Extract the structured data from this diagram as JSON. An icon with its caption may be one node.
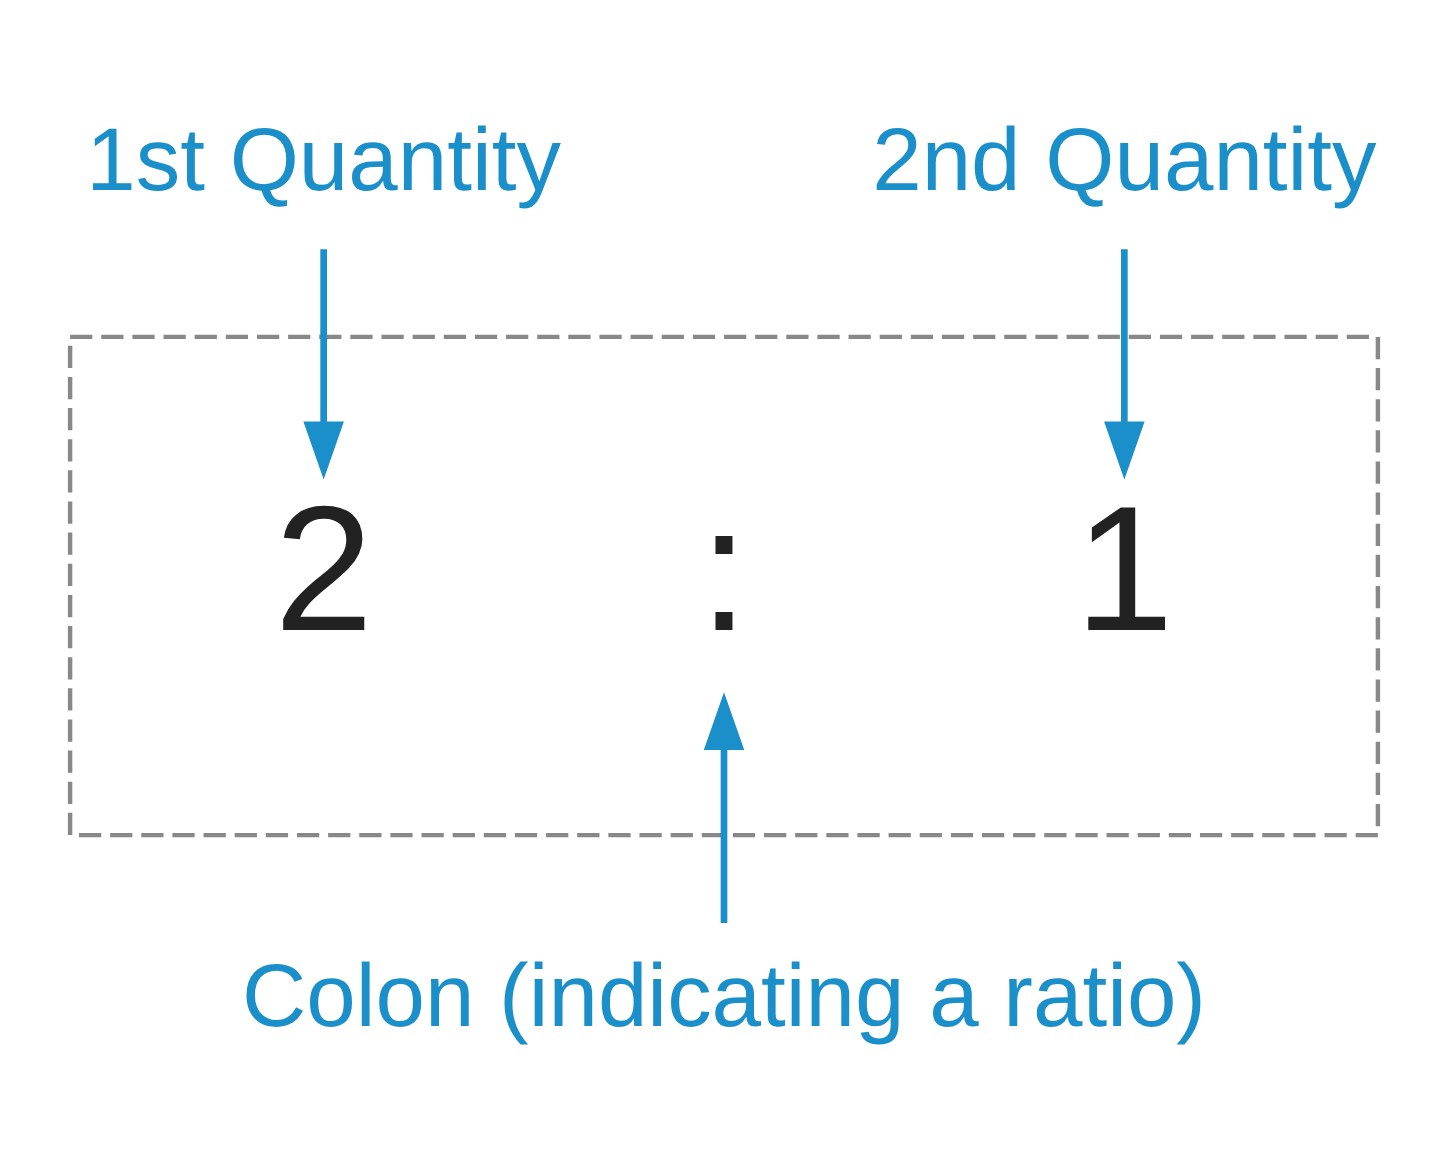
{
  "diagram": {
    "nodes": [
      {
        "text": [
          "1st Quantity"
        ]
      },
      {
        "text": [
          "2nd Quantity"
        ]
      },
      {
        "text": [],
        "shape": "box"
      },
      {
        "text": [
          "2"
        ],
        "in": 2
      },
      {
        "text": [
          ":"
        ],
        "in": 2
      },
      {
        "text": [
          "1"
        ],
        "in": 2
      },
      {
        "text": [
          "Colon (indicating a ratio)"
        ]
      }
    ],
    "edges": [
      {
        "from": 0,
        "to": 3,
        "arrow": "to"
      },
      {
        "from": 1,
        "to": 5,
        "arrow": "to"
      },
      {
        "from": 6,
        "to": 4,
        "arrow": "to"
      }
    ]
  }
}
